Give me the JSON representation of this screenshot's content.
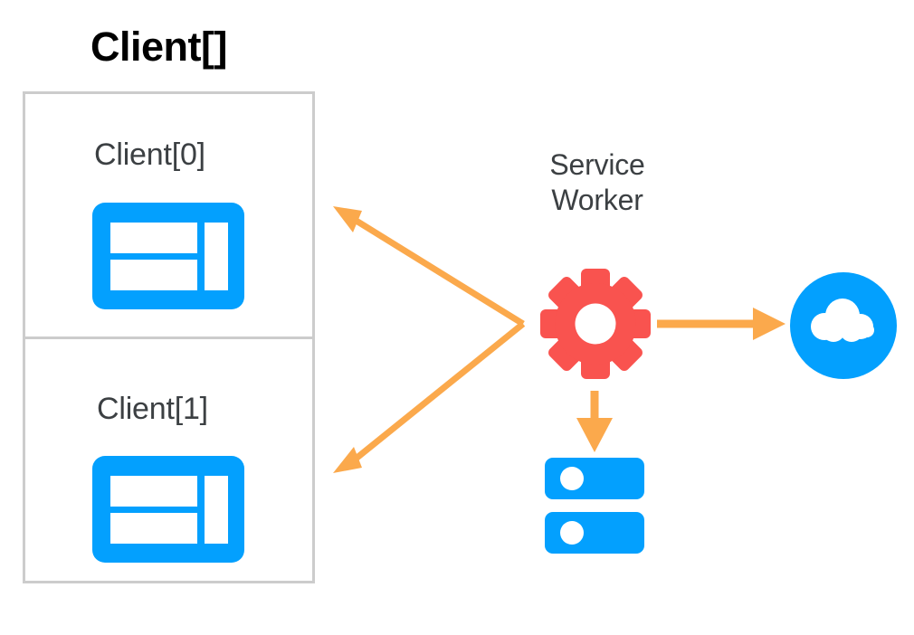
{
  "diagram": {
    "title": "Client[]",
    "background_color": "#ffffff",
    "colors": {
      "blue": "#03a0fe",
      "red": "#f9534f",
      "orange": "#fba94c",
      "border_gray": "#cccccc",
      "text_dark": "#3c4043",
      "text_black": "#000000",
      "white": "#ffffff"
    },
    "clients_group": {
      "label": "Client[]",
      "clients": [
        {
          "label": "Client[0]",
          "icon": "browser-window-icon"
        },
        {
          "label": "Client[1]",
          "icon": "browser-window-icon"
        }
      ]
    },
    "service_worker": {
      "label_line1": "Service",
      "label_line2": "Worker",
      "icon": "gear-icon"
    },
    "network": {
      "icon": "cloud-icon"
    },
    "storage": {
      "icon": "database-icon"
    },
    "connections": [
      {
        "name": "service-worker-to-client0",
        "from": "service-worker",
        "to": "client-0",
        "style": "arrow",
        "color": "#fba94c"
      },
      {
        "name": "service-worker-to-client1",
        "from": "service-worker",
        "to": "client-1",
        "style": "arrow",
        "color": "#fba94c"
      },
      {
        "name": "service-worker-to-network",
        "from": "service-worker",
        "to": "cloud",
        "style": "arrow",
        "color": "#fba94c"
      },
      {
        "name": "service-worker-to-storage",
        "from": "service-worker",
        "to": "database",
        "style": "arrow",
        "color": "#fba94c"
      }
    ]
  }
}
